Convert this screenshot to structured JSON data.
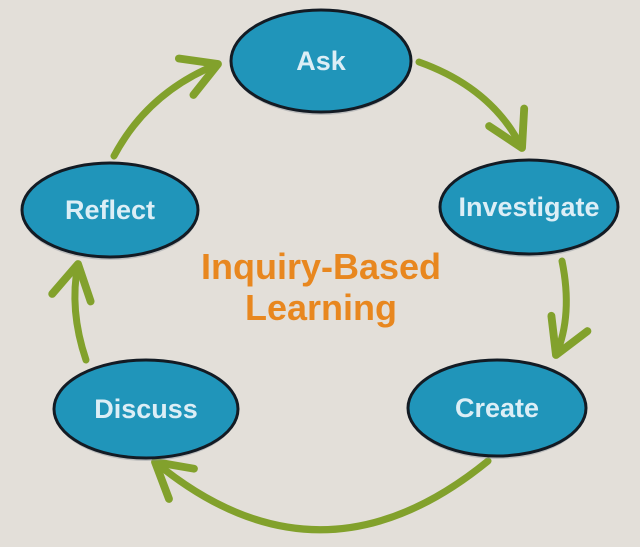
{
  "diagram": {
    "title": {
      "line1": "Inquiry-Based",
      "line2": "Learning"
    },
    "nodes": [
      {
        "id": "ask",
        "label": "Ask"
      },
      {
        "id": "investigate",
        "label": "Investigate"
      },
      {
        "id": "create",
        "label": "Create"
      },
      {
        "id": "discuss",
        "label": "Discuss"
      },
      {
        "id": "reflect",
        "label": "Reflect"
      }
    ],
    "arrows": [
      {
        "from": "ask",
        "to": "investigate"
      },
      {
        "from": "investigate",
        "to": "create"
      },
      {
        "from": "create",
        "to": "discuss"
      },
      {
        "from": "discuss",
        "to": "reflect"
      },
      {
        "from": "reflect",
        "to": "ask"
      }
    ],
    "colors": {
      "node_fill": "#2095ba",
      "node_border": "#131b24",
      "node_text": "#dceef6",
      "title_text": "#e8871f",
      "arrow": "#82a12c",
      "background": "#e3dfd9"
    }
  }
}
